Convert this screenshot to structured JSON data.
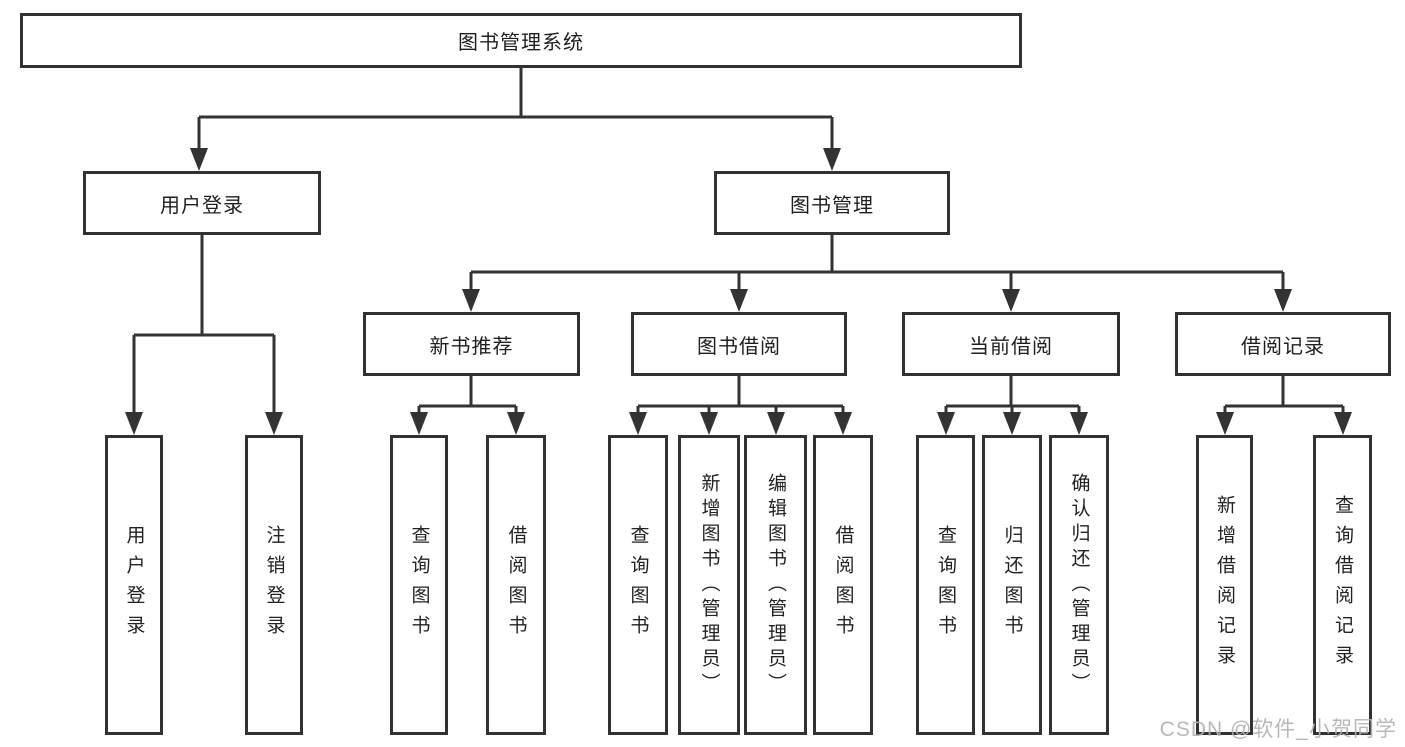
{
  "diagram": {
    "title": "图书管理系统",
    "watermark": "CSDN @软件_小贺同学",
    "colors": {
      "line": "#333333",
      "border": "#313131",
      "text": "#1f1f1f",
      "watermark": "#b3b3b3",
      "background": "#ffffff"
    },
    "level2": [
      {
        "label": "用户登录"
      },
      {
        "label": "图书管理"
      }
    ],
    "level3": [
      {
        "label": "新书推荐",
        "parent": "图书管理"
      },
      {
        "label": "图书借阅",
        "parent": "图书管理"
      },
      {
        "label": "当前借阅",
        "parent": "图书管理"
      },
      {
        "label": "借阅记录",
        "parent": "图书管理"
      }
    ],
    "leaves": [
      {
        "label": "用户登录",
        "parent": "用户登录"
      },
      {
        "label": "注销登录",
        "parent": "用户登录"
      },
      {
        "label": "查询图书",
        "parent": "新书推荐"
      },
      {
        "label": "借阅图书",
        "parent": "新书推荐"
      },
      {
        "label": "查询图书",
        "parent": "图书借阅"
      },
      {
        "label": "新增图书（管理员）",
        "parent": "图书借阅"
      },
      {
        "label": "编辑图书（管理员）",
        "parent": "图书借阅"
      },
      {
        "label": "借阅图书",
        "parent": "图书借阅"
      },
      {
        "label": "查询图书",
        "parent": "当前借阅"
      },
      {
        "label": "归还图书",
        "parent": "当前借阅"
      },
      {
        "label": "确认归还（管理员）",
        "parent": "当前借阅"
      },
      {
        "label": "新增借阅记录",
        "parent": "借阅记录"
      },
      {
        "label": "查询借阅记录",
        "parent": "借阅记录"
      }
    ]
  }
}
